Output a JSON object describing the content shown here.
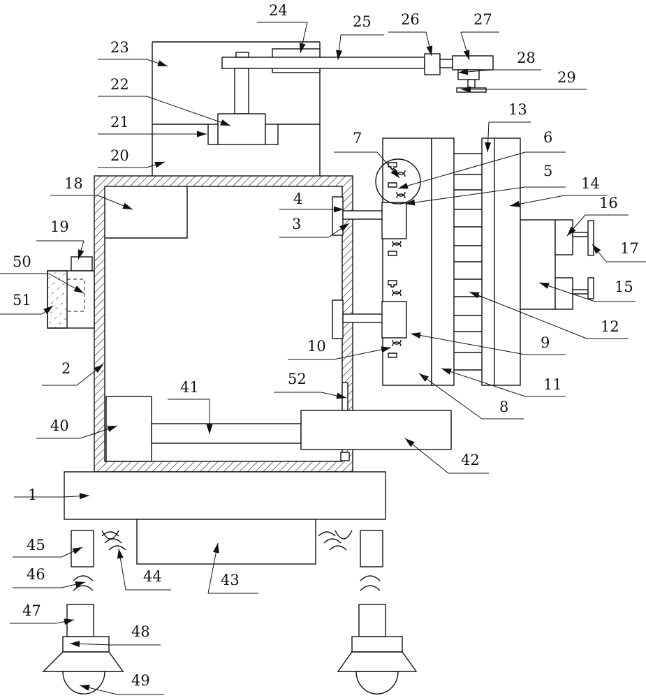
{
  "labels": [
    "1",
    "2",
    "3",
    "4",
    "5",
    "6",
    "7",
    "8",
    "9",
    "10",
    "11",
    "12",
    "13",
    "14",
    "15",
    "16",
    "17",
    "18",
    "19",
    "20",
    "21",
    "22",
    "23",
    "24",
    "25",
    "26",
    "27",
    "28",
    "29",
    "40",
    "41",
    "42",
    "43",
    "44",
    "45",
    "46",
    "47",
    "48",
    "49",
    "50",
    "51",
    "52"
  ],
  "colors": {
    "line": "#111111",
    "background": "#ffffff"
  }
}
